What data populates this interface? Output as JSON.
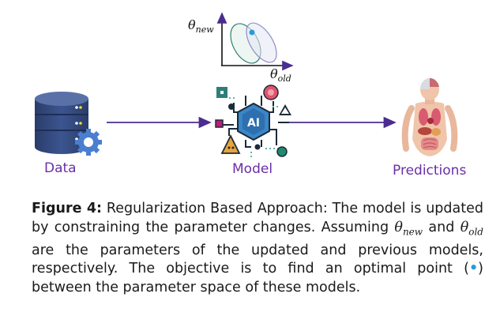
{
  "diagram": {
    "nodes": [
      {
        "id": "data",
        "label": "Data",
        "icon": "database-gear-icon"
      },
      {
        "id": "model",
        "label": "Model",
        "icon": "ai-model-icon"
      },
      {
        "id": "predictions",
        "label": "Predictions",
        "icon": "human-anatomy-icon"
      }
    ],
    "edges": [
      {
        "from": "data",
        "to": "model"
      },
      {
        "from": "model",
        "to": "predictions"
      }
    ],
    "inset": {
      "y_axis_label": {
        "symbol": "θ",
        "sub": "new"
      },
      "x_axis_label": {
        "symbol": "θ",
        "sub": "old"
      },
      "ellipse_colors": [
        "#2f7f6f",
        "#8e8ec4"
      ],
      "optimal_point_color": "#2a9bd6"
    },
    "colors": {
      "label": "#6a2fa8",
      "arrow": "#4b2d8f",
      "database": "#33497a",
      "gear": "#4a7fd0"
    }
  },
  "caption": {
    "label": "Figure 4:",
    "text_1": "Regularization Based Approach: The model is updated by constraining the parameter changes. Assuming",
    "theta_new": {
      "symbol": "θ",
      "sub": "new"
    },
    "text_and": "and",
    "theta_old": {
      "symbol": "θ",
      "sub": "old"
    },
    "text_2": "are the parameters of the updated and previous models, respectively. The objective is to find an optimal point (",
    "dot_symbol": "•",
    "text_3": ") between the parameter space of these models."
  }
}
